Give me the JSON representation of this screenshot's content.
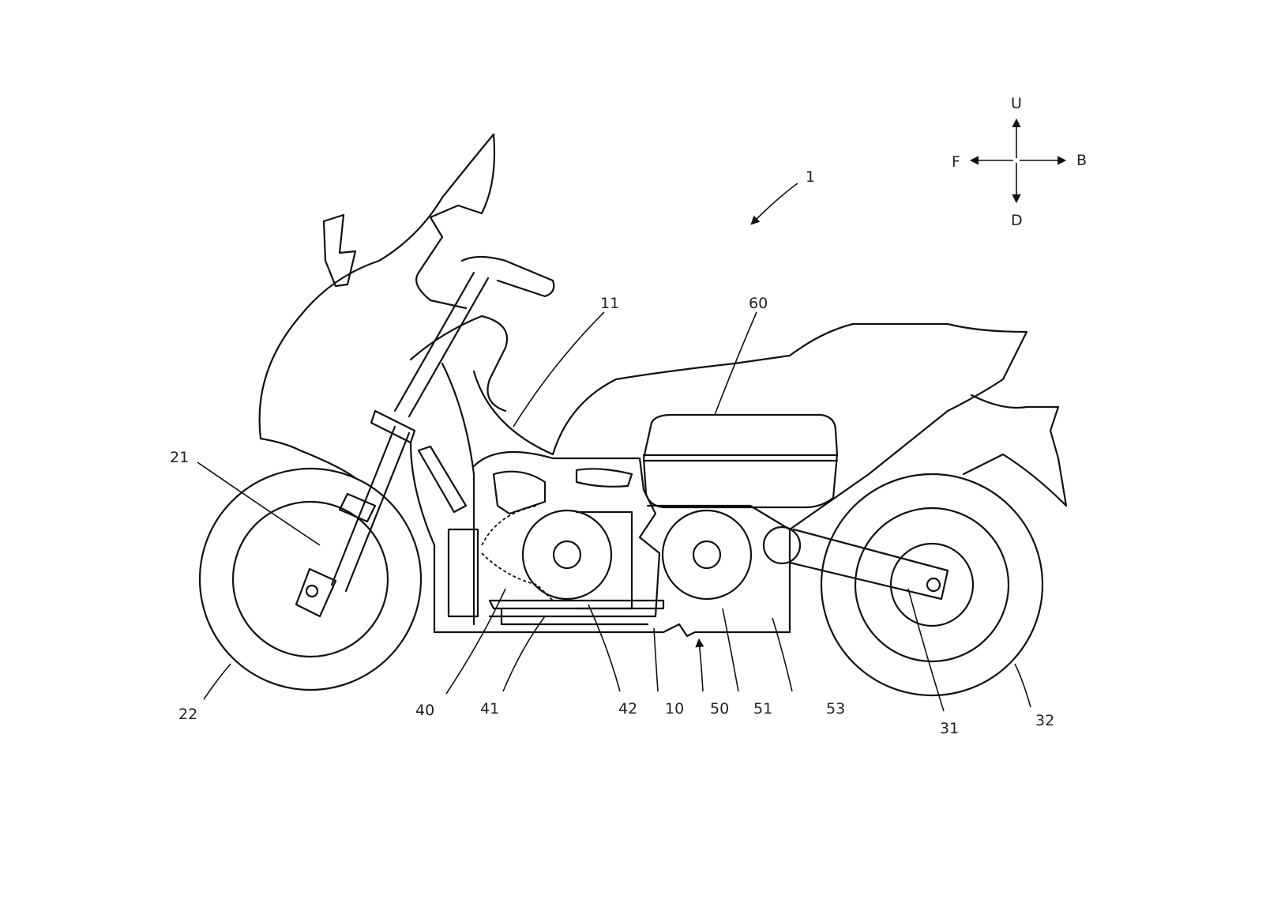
{
  "figure": {
    "reference_labels": {
      "vehicle": "1",
      "frame": "10",
      "body_cover": "11",
      "front_fork": "21",
      "front_wheel": "22",
      "swing_arm": "31",
      "rear_wheel": "32",
      "component_40": "40",
      "component_41": "41",
      "component_42": "42",
      "unit_50": "50",
      "component_51": "51",
      "component_53": "53",
      "box_60": "60"
    },
    "direction_indicator": {
      "up": "U",
      "down": "D",
      "front": "F",
      "back": "B"
    }
  },
  "colors": {
    "line": "#111111",
    "background": "#ffffff"
  }
}
